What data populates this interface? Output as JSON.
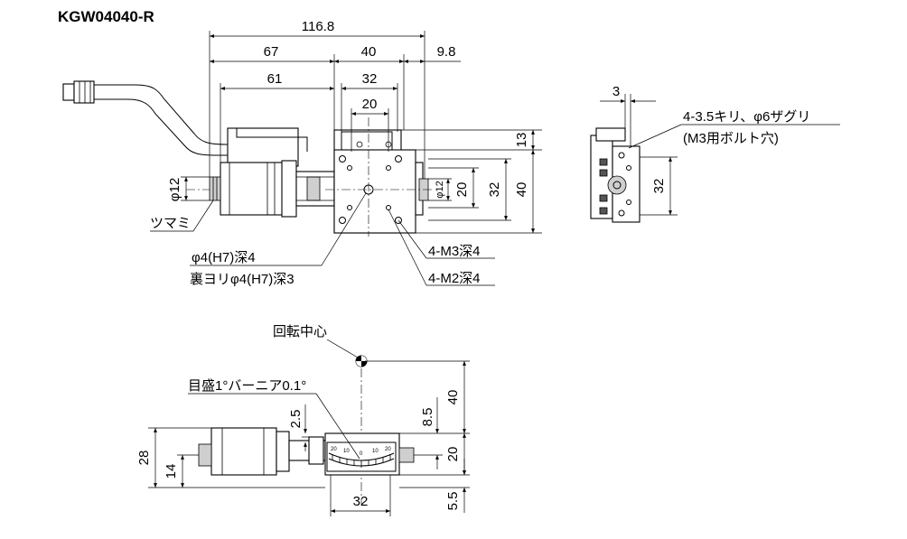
{
  "title": "KGW04040-R",
  "top_view": {
    "dims": {
      "overall": "116.8",
      "d67": "67",
      "d40": "40",
      "d9_8": "9.8",
      "d61": "61",
      "d32": "32",
      "d20": "20",
      "d13": "13",
      "r20": "20",
      "r32": "32",
      "r40": "40",
      "phi12_left": "φ12",
      "phi12_right": "φ12"
    },
    "labels": {
      "knob": "ツマミ",
      "hole_h7": "φ4(H7)深4",
      "back_hole": "裏ヨリφ4(H7)深3",
      "m3": "4-M3深4",
      "m2": "4-M2深4"
    }
  },
  "side_view": {
    "dims": {
      "d3": "3",
      "d32": "32"
    },
    "labels": {
      "line1": "4-3.5キリ、φ6ザグリ",
      "line2": "(M3用ボルト穴)"
    }
  },
  "front_view": {
    "dims": {
      "d28": "28",
      "d14": "14",
      "d2_5": "2.5",
      "d8_5": "8.5",
      "d40": "40",
      "d20": "20",
      "d5_5": "5.5",
      "d32": "32"
    },
    "labels": {
      "rotation_center": "回転中心",
      "vernier": "目盛1°バーニア0.1°"
    },
    "scale_marks": [
      "20",
      "10",
      "0",
      "10",
      "20"
    ]
  },
  "colors": {
    "line": "#000000",
    "fill": "#ffffff",
    "shade": "#cfcfcf"
  }
}
